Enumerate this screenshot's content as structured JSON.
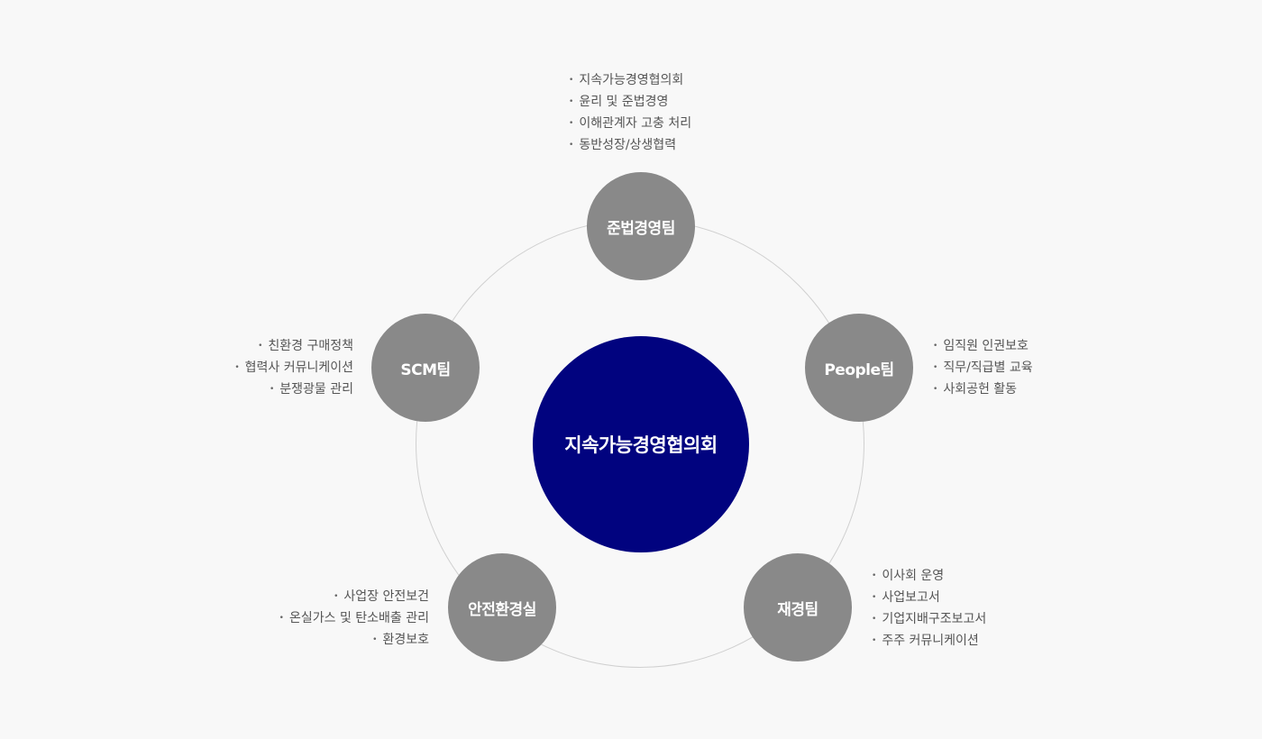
{
  "center": {
    "label": "지속가능경영협의회"
  },
  "teams": {
    "compliance": {
      "name": "준법경영팀",
      "duties": [
        "지속가능경영협의회",
        "윤리 및 준법경영",
        "이해관계자 고충 처리",
        "동반성장/상생협력"
      ]
    },
    "people": {
      "name": "People팀",
      "duties": [
        "임직원 인권보호",
        "직무/직급별 교육",
        "사회공헌 활동"
      ]
    },
    "finance": {
      "name": "재경팀",
      "duties": [
        "이사회 운영",
        "사업보고서",
        "기업지배구조보고서",
        "주주 커뮤니케이션"
      ]
    },
    "safety": {
      "name": "안전환경실",
      "duties": [
        "사업장 안전보건",
        "온실가스 및 탄소배출 관리",
        "환경보호"
      ]
    },
    "scm": {
      "name": "SCM팀",
      "duties": [
        "친환경 구매정책",
        "협력사 커뮤니케이션",
        "분쟁광물 관리"
      ]
    }
  },
  "colors": {
    "center_fill": "#01037f",
    "team_fill": "#898989",
    "ring_stroke": "#d0d0d0",
    "background": "#f8f8f8"
  }
}
